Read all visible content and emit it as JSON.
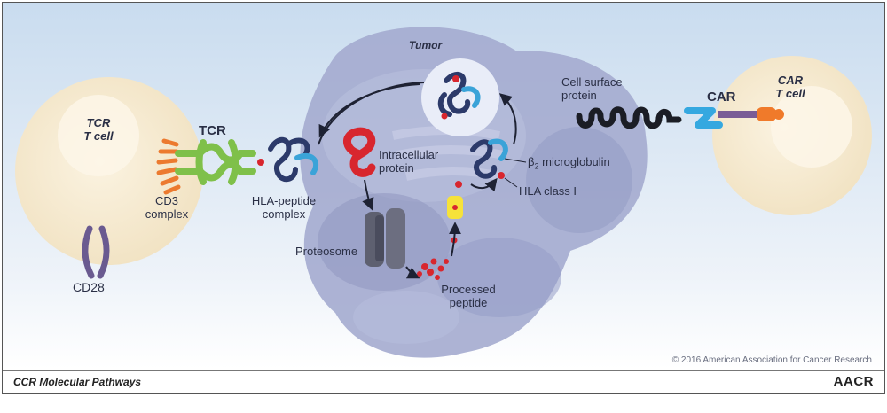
{
  "labels": {
    "tumor": "Tumor",
    "tcr_t_cell_line1": "TCR",
    "tcr_t_cell_line2": "T cell",
    "tcr": "TCR",
    "cd3_line1": "CD3",
    "cd3_line2": "complex",
    "cd28": "CD28",
    "hla_peptide_line1": "HLA-peptide",
    "hla_peptide_line2": "complex",
    "intracellular_line1": "Intracellular",
    "intracellular_line2": "protein",
    "b2_beta": "β",
    "b2_sub": "2",
    "b2_text": " microglobulin",
    "hla_class": "HLA class I",
    "proteosome": "Proteosome",
    "processed_line1": "Processed",
    "processed_line2": "peptide",
    "cell_surface_line1": "Cell surface",
    "cell_surface_line2": "protein",
    "car": "CAR",
    "car_t_cell_line1": "CAR",
    "car_t_cell_line2": "T cell"
  },
  "copyright": "© 2016 American Association for Cancer Research",
  "footer": {
    "journal": "CCR Molecular Pathways",
    "logo": "AACR"
  },
  "colors": {
    "background_top": "#c9dcef",
    "background_bottom": "#ffffff",
    "t_cell": "#f1e2c2",
    "tumor_cell": "#9ea6cb",
    "tcr_green": "#7fc04a",
    "cd3_orange": "#ec7a2f",
    "cd28_purple": "#6a5a90",
    "hla_dark": "#2c3a6a",
    "hla_blue": "#3aa3d8",
    "peptide_red": "#d8262e",
    "car_blue": "#35a8e0",
    "car_purple": "#7a5c96",
    "car_orange": "#f07a2a",
    "cell_surface_protein": "#1b1d25",
    "er_yellow": "#f6e23a"
  }
}
